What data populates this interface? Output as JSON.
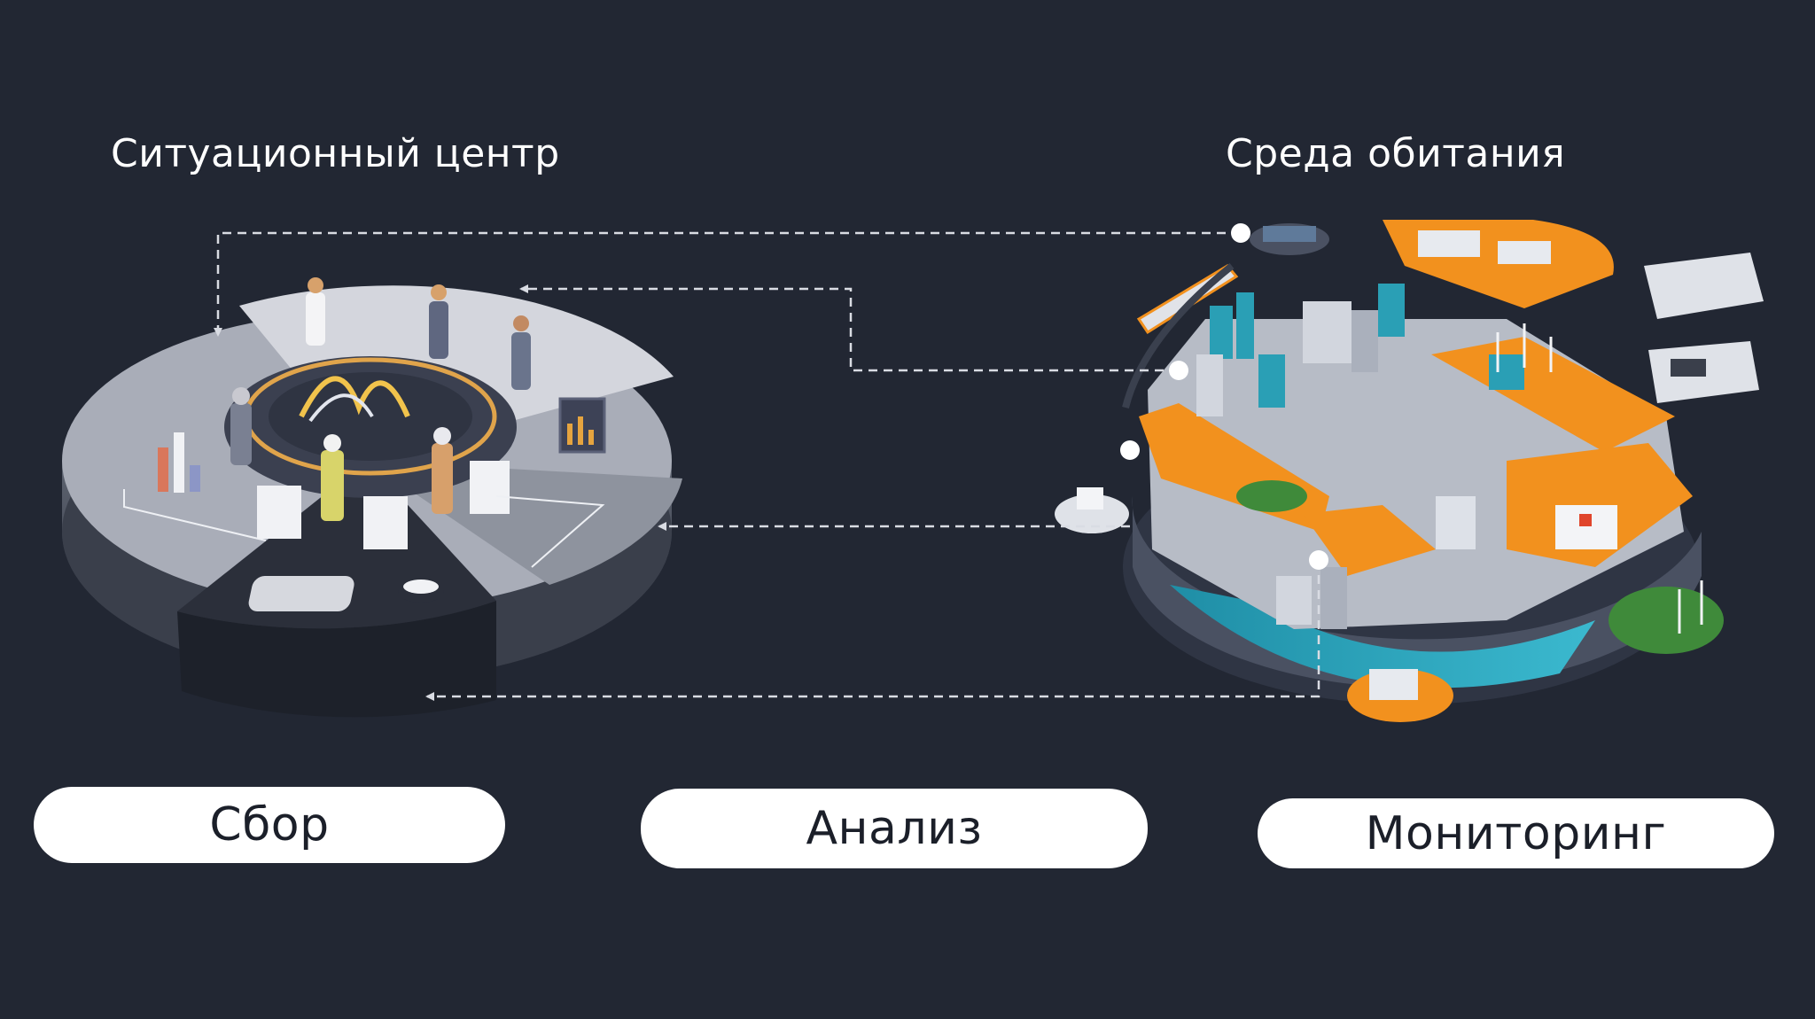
{
  "left_title": "Ситуационный центр",
  "right_title": "Среда обитания",
  "stages": [
    {
      "label": "Сбор"
    },
    {
      "label": "Анализ"
    },
    {
      "label": "Мониторинг"
    }
  ],
  "colors": {
    "background": "#222733",
    "accent_orange": "#f2911e",
    "teal": "#2a9fb5",
    "arrow": "#d9dce3"
  },
  "icons": [
    "situation-center-illustration",
    "city-habitat-illustration",
    "dashed-arrows"
  ]
}
